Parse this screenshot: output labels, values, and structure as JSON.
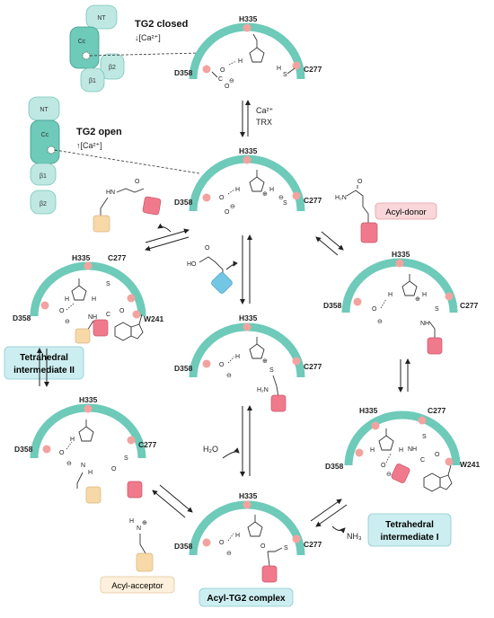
{
  "structure_closed": {
    "title": "TG2 closed",
    "ca_note": "↓[Ca²⁺]",
    "domains": [
      "NT",
      "Cc",
      "β2",
      "β1"
    ]
  },
  "structure_open": {
    "title": "TG2 open",
    "ca_note": "↑[Ca²⁺]",
    "domains": [
      "NT",
      "Cc",
      "β1",
      "β2"
    ]
  },
  "residues": {
    "his": "H335",
    "asp": "D358",
    "cys": "C277",
    "trp": "W241"
  },
  "atoms": {
    "H": "H",
    "O": "O",
    "S": "S",
    "N": "N",
    "NH": "NH",
    "H2N": "H₂N",
    "HO": "HO",
    "HN": "HN",
    "C": "C",
    "charge_plus": "⊕",
    "charge_minus": "⊖",
    "sub2": "2"
  },
  "activation": {
    "ca": "Ca²⁺",
    "trx": "TRX"
  },
  "reagents": {
    "water": "H₂O",
    "ammonia": "NH₃"
  },
  "labels": {
    "acyl_donor": "Acyl-donor",
    "acyl_acceptor": "Acyl-acceptor",
    "acyl_tg2": "Acyl-TG2 complex",
    "tetra_1_line1": "Tetrahedral",
    "tetra_1_line2": "intermediate I",
    "tetra_2_line1": "Tetrahedral",
    "tetra_2_line2": "intermediate II"
  },
  "colors": {
    "arc": "#6ecab9",
    "residue_dot": "#f2a3a0",
    "donor": "#f07a8c",
    "acceptor": "#f7d9a8",
    "product": "#74c7e4",
    "label_teal": "#cdeef0",
    "label_pink": "#f8d6d9",
    "label_cream": "#fdf0dc"
  }
}
